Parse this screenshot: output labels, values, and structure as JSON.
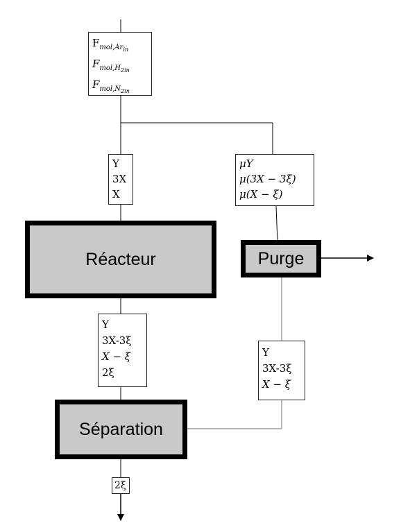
{
  "blocks": {
    "reactor": "Réacteur",
    "purge": "Purge",
    "separation": "Séparation"
  },
  "inlet": {
    "f_sym": "F",
    "rows": [
      {
        "sub": "mol,Ar",
        "subsub": "in"
      },
      {
        "sub": "mol,H",
        "sub_n": "2",
        "subsub": "in"
      },
      {
        "sub": "mol,N",
        "sub_n": "2",
        "subsub": "in"
      }
    ]
  },
  "reactor_in": [
    "Y",
    "3X",
    "X"
  ],
  "recycle": [
    "μY",
    "μ(3X − 3ξ)",
    "μ(X − ξ)"
  ],
  "reactor_out": [
    "Y",
    "3X-3ξ",
    "X − ξ",
    "2ξ"
  ],
  "sep_recycle": [
    "Y",
    "3X-3ξ",
    "X − ξ"
  ],
  "product": "2ξ",
  "colors": {
    "block_fill": "#c9c9c9",
    "block_border": "#000000",
    "gray_line": "#8c8c8c"
  }
}
